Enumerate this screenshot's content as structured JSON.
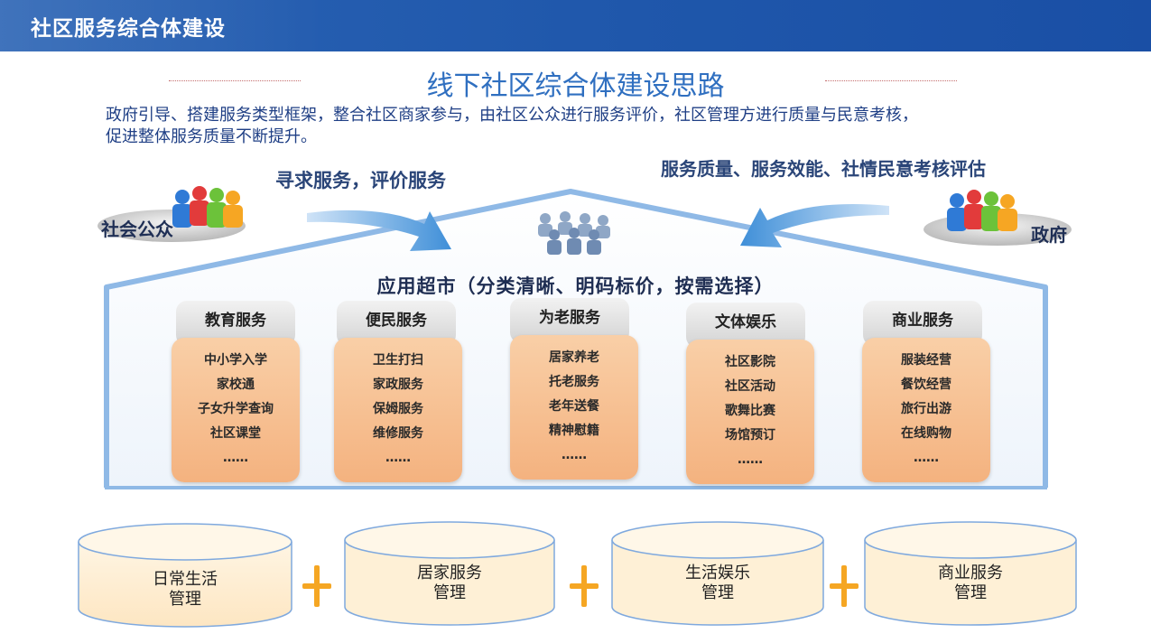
{
  "header": {
    "title": "社区服务综合体建设"
  },
  "main_title": "线下社区综合体建设思路",
  "description": [
    "政府引导、搭建服务类型框架，整合社区商家参与，由社区公众进行服务评价，社区管理方进行质量与民意考核，",
    "促进整体服务质量不断提升。"
  ],
  "left_actor": {
    "label": "社会公众",
    "arrow_text": "寻求服务，评价服务"
  },
  "right_actor": {
    "label": "政府",
    "arrow_text": "服务质量、服务效能、社情民意考核评估"
  },
  "supermarket_title": "应用超市（分类清晰、明码标价，按需选择）",
  "categories": [
    {
      "title": "教育服务",
      "items": [
        "中小学入学",
        "家校通",
        "子女升学查询",
        "社区课堂",
        "……"
      ]
    },
    {
      "title": "便民服务",
      "items": [
        "卫生打扫",
        "家政服务",
        "保姆服务",
        "维修服务",
        "……"
      ]
    },
    {
      "title": "为老服务",
      "items": [
        "居家养老",
        "托老服务",
        "老年送餐",
        "精神慰籍",
        "……"
      ]
    },
    {
      "title": "文体娱乐",
      "items": [
        "社区影院",
        "社区活动",
        "歌舞比赛",
        "场馆预订",
        "……"
      ]
    },
    {
      "title": "商业服务",
      "items": [
        "服装经营",
        "餐饮经营",
        "旅行出游",
        "在线购物",
        "……"
      ]
    }
  ],
  "management": [
    {
      "line1": "日常生活",
      "line2": "管理"
    },
    {
      "line1": "居家服务",
      "line2": "管理"
    },
    {
      "line1": "生活娱乐",
      "line2": "管理"
    },
    {
      "line1": "商业服务",
      "line2": "管理"
    }
  ],
  "colors": {
    "header_bg": "#1f57ab",
    "title": "#2f6fc0",
    "card_orange": "#f4b27f",
    "plus": "#f5a623",
    "house_outline": "#8fb9e6"
  }
}
